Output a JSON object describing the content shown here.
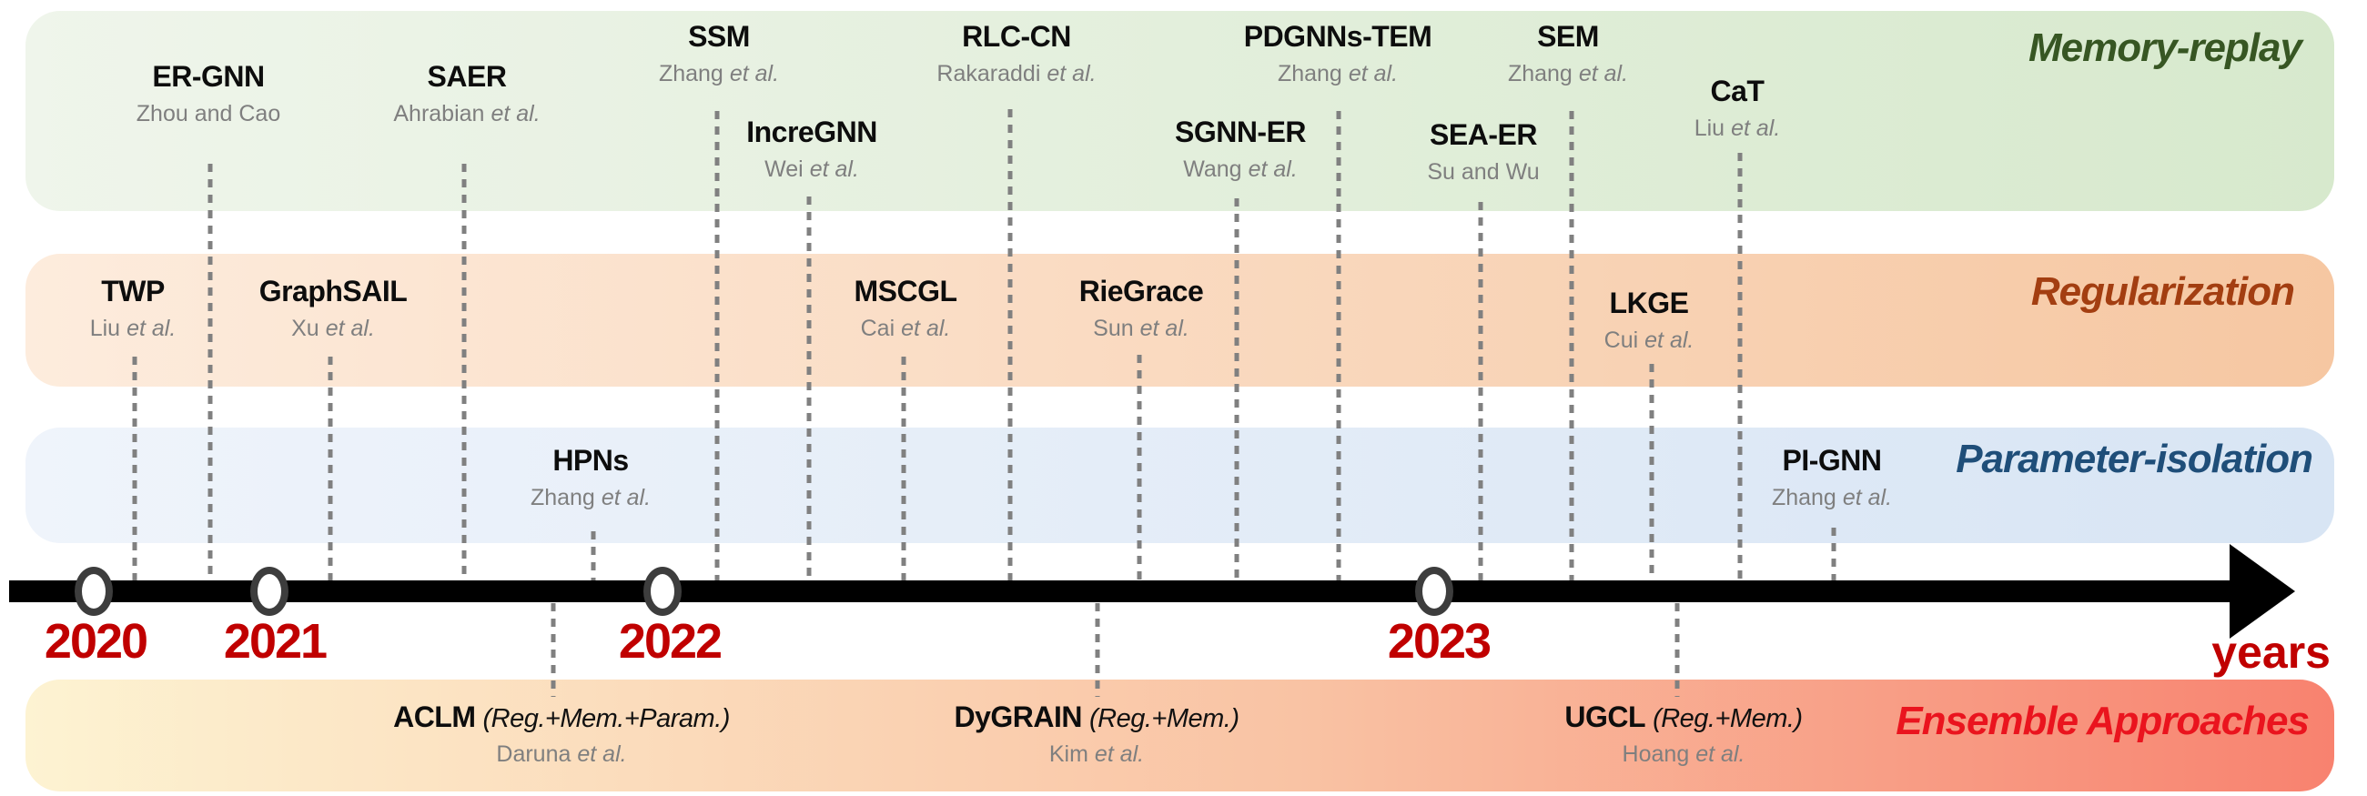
{
  "figure": {
    "axis_label": "years",
    "years": [
      "2020",
      "2021",
      "2022",
      "2023"
    ]
  },
  "categories": [
    {
      "label": "Memory-replay"
    },
    {
      "label": "Regularization"
    },
    {
      "label": "Parameter-isolation"
    },
    {
      "label": "Ensemble Approaches"
    }
  ],
  "methods": [
    {
      "name": "TWP",
      "author": "Liu",
      "etal": "et al.",
      "qualifier": "",
      "category": "Regularization"
    },
    {
      "name": "ER-GNN",
      "author": "Zhou and Cao",
      "etal": "",
      "qualifier": "",
      "category": "Memory-replay"
    },
    {
      "name": "GraphSAIL",
      "author": "Xu",
      "etal": "et al.",
      "qualifier": "",
      "category": "Regularization"
    },
    {
      "name": "SAER",
      "author": "Ahrabian",
      "etal": "et al.",
      "qualifier": "",
      "category": "Memory-replay"
    },
    {
      "name": "ACLM",
      "author": "Daruna",
      "etal": "et al.",
      "qualifier": "(Reg.+Mem.+Param.)",
      "category": "Ensemble Approaches"
    },
    {
      "name": "HPNs",
      "author": "Zhang",
      "etal": "et al.",
      "qualifier": "",
      "category": "Parameter-isolation"
    },
    {
      "name": "SSM",
      "author": "Zhang",
      "etal": "et al.",
      "qualifier": "",
      "category": "Memory-replay"
    },
    {
      "name": "IncreGNN",
      "author": "Wei",
      "etal": "et al.",
      "qualifier": "",
      "category": "Memory-replay"
    },
    {
      "name": "MSCGL",
      "author": "Cai",
      "etal": "et al.",
      "qualifier": "",
      "category": "Regularization"
    },
    {
      "name": "RLC-CN",
      "author": "Rakaraddi",
      "etal": "et al.",
      "qualifier": "",
      "category": "Memory-replay"
    },
    {
      "name": "DyGRAIN",
      "author": "Kim",
      "etal": "et al.",
      "qualifier": "(Reg.+Mem.)",
      "category": "Ensemble Approaches"
    },
    {
      "name": "RieGrace",
      "author": "Sun",
      "etal": "et al.",
      "qualifier": "",
      "category": "Regularization"
    },
    {
      "name": "SGNN-ER",
      "author": "Wang",
      "etal": "et al.",
      "qualifier": "",
      "category": "Memory-replay"
    },
    {
      "name": "PDGNNs-TEM",
      "author": "Zhang",
      "etal": "et al.",
      "qualifier": "",
      "category": "Memory-replay"
    },
    {
      "name": "SEA-ER",
      "author": "Su and Wu",
      "etal": "",
      "qualifier": "",
      "category": "Memory-replay"
    },
    {
      "name": "SEM",
      "author": "Zhang",
      "etal": "et al.",
      "qualifier": "",
      "category": "Memory-replay"
    },
    {
      "name": "LKGE",
      "author": "Cui",
      "etal": "et al.",
      "qualifier": "",
      "category": "Regularization"
    },
    {
      "name": "UGCL",
      "author": "Hoang",
      "etal": "et al.",
      "qualifier": "(Reg.+Mem.)",
      "category": "Ensemble Approaches"
    },
    {
      "name": "CaT",
      "author": "Liu",
      "etal": "et al.",
      "qualifier": "",
      "category": "Memory-replay"
    },
    {
      "name": "PI-GNN",
      "author": "Zhang",
      "etal": "et al.",
      "qualifier": "",
      "category": "Parameter-isolation"
    }
  ],
  "colors": {
    "memory_replay_label": "#375623",
    "regularization_label": "#a33e11",
    "parameter_isolation_label": "#1f4e79",
    "ensemble_label": "#ea141e",
    "year_text": "#c00000",
    "dotted_line": "#808080",
    "timeline": "#000000"
  }
}
